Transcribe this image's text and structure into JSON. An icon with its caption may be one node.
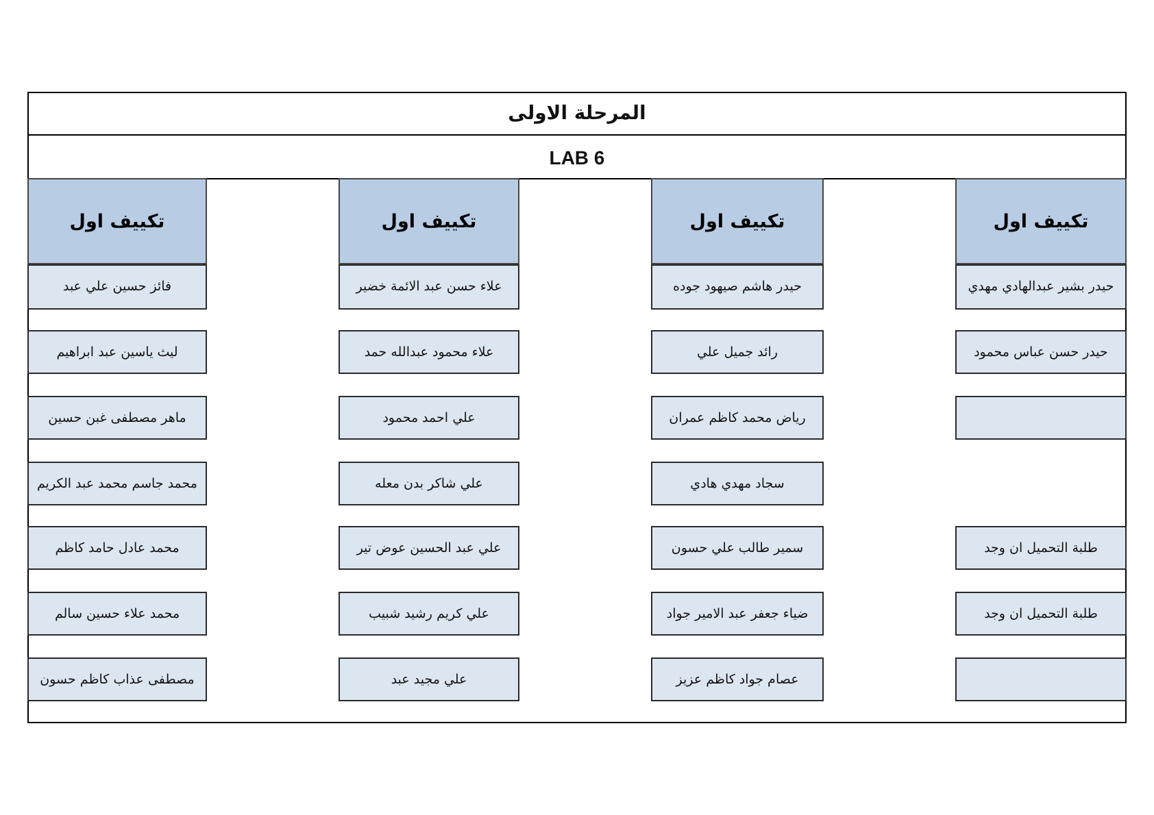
{
  "diagram": {
    "title": "المرحلة الاولى",
    "nodes": [
      {
        "text": [
          "تكييف اول"
        ]
      },
      {
        "text": [
          "حيدر بشير عبدالهادي مهدي"
        ]
      },
      {
        "text": [
          "حيدر حسن عباس محمود"
        ]
      },
      {
        "text": [],
        "shape": "box"
      },
      {
        "text": [
          "طلبة التحميل ان وجد"
        ]
      },
      {
        "text": [
          "طلبة التحميل ان وجد"
        ]
      },
      {
        "text": [],
        "shape": "box"
      },
      {
        "text": [
          "تكييف اول"
        ]
      },
      {
        "text": [
          "حيدر هاشم صيهود جوده"
        ]
      },
      {
        "text": [
          "رائد جميل علي"
        ]
      },
      {
        "text": [
          "رياض محمد كاظم عمران"
        ]
      },
      {
        "text": [
          "سجاد مهدي هادي"
        ]
      },
      {
        "text": [
          "سمير طالب علي حسون"
        ]
      },
      {
        "text": [
          "ضياء جعفر عبد الامير جواد"
        ]
      },
      {
        "text": [
          "عصام جواد كاظم عزيز"
        ]
      },
      {
        "text": [
          "تكييف اول"
        ]
      },
      {
        "text": [
          "علاء حسن عبد الائمة خضير"
        ]
      },
      {
        "text": [
          "علاء محمود عبدالله حمد"
        ]
      },
      {
        "text": [
          "علي احمد محمود"
        ]
      },
      {
        "text": [
          "علي شاكر بدن معله"
        ]
      },
      {
        "text": [
          "علي عبد الحسين عوض تير"
        ]
      },
      {
        "text": [
          "علي كريم رشيد شبيب"
        ]
      },
      {
        "text": [
          "علي مجيد عبد"
        ]
      },
      {
        "text": [
          "تكييف اول"
        ]
      },
      {
        "text": [
          "فائز حسين علي عبد"
        ]
      },
      {
        "text": [
          "ليث ياسين عبد ابراهيم"
        ]
      },
      {
        "text": [
          "ماهر مصطفى غبن حسين"
        ]
      },
      {
        "text": [
          "محمد جاسم محمد عبد الكريم"
        ]
      },
      {
        "text": [
          "محمد عادل حامد كاظم"
        ]
      },
      {
        "text": [
          "محمد علاء حسين سالم"
        ]
      },
      {
        "text": [
          "مصطفى عذاب كاظم حسون"
        ]
      }
    ],
    "labels": [
      "LAB 6"
    ]
  }
}
